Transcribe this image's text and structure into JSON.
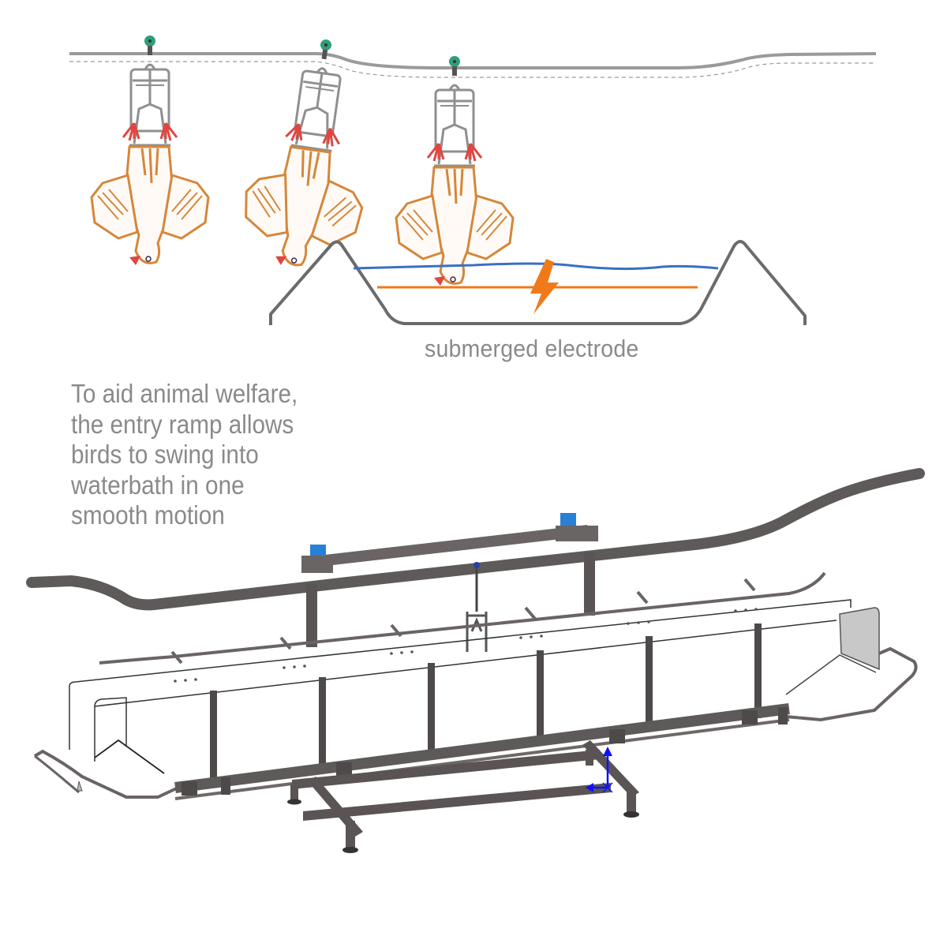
{
  "diagram": {
    "electrode_label": "submerged electrode",
    "caption_lines": [
      "To aid animal welfare,",
      "the entry ramp allows",
      "birds to swing into",
      "waterbath in one",
      "smooth motion"
    ],
    "birds": [
      {
        "name": "bird-hanging-straight",
        "tilt_deg": 0
      },
      {
        "name": "bird-swinging",
        "tilt_deg": 8
      },
      {
        "name": "bird-submerged",
        "tilt_deg": 0
      }
    ],
    "colors": {
      "rail": "#9a9a9a",
      "trolley": "#2f9e7a",
      "shackle": "#8f8f8f",
      "bird_outline": "#d4873a",
      "legs": "#e0453f",
      "bath": "#6b6b6b",
      "water": "#3a6fc4",
      "electrode": "#f07a1a",
      "text": "#8a8a8a",
      "steel": "#5e5a5a",
      "motor": "#2a7fd6",
      "axis": "#1010ff"
    }
  }
}
